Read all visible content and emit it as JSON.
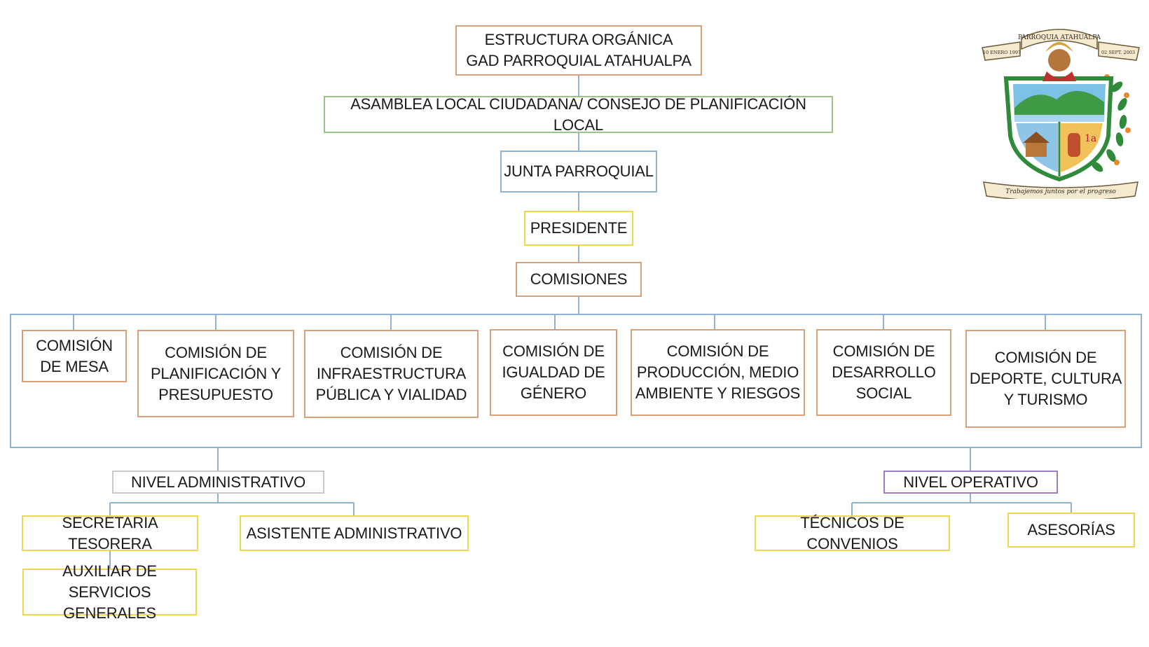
{
  "diagram": {
    "title": "ESTRUCTURA ORGÁNICA\nGAD PARROQUIAL ATAHUALPA",
    "asamblea": "ASAMBLEA LOCAL CIUDADANA/ CONSEJO DE PLANIFICACIÓN LOCAL",
    "junta": "JUNTA PARROQUIAL",
    "presidente": "PRESIDENTE",
    "comisiones": "COMISIONES",
    "comisiones_list": [
      "COMISIÓN\nDE MESA",
      "COMISIÓN DE\nPLANIFICACIÓN Y\nPRESUPUESTO",
      "COMISIÓN DE\nINFRAESTRUCTURA\nPÚBLICA Y VIALIDAD",
      "COMISIÓN DE\nIGUALDAD DE\nGÉNERO",
      "COMISIÓN DE\nPRODUCCIÓN, MEDIO\nAMBIENTE Y RIESGOS",
      "COMISIÓN DE\nDESARROLLO\nSOCIAL",
      "COMISIÓN DE\nDEPORTE, CULTURA\nY TURISMO"
    ],
    "nivel_administrativo": "NIVEL ADMINISTRATIVO",
    "secretaria": "SECRETARIA TESORERA",
    "asistente": "ASISTENTE ADMINISTRATIVO",
    "auxiliar": "AUXILIAR DE\nSERVICIOS GENERALES",
    "nivel_operativo": "NIVEL OPERATIVO",
    "tecnicos": "TÉCNICOS DE CONVENIOS",
    "asesorias": "ASESORÍAS"
  },
  "seal": {
    "top_ribbon": "PARROQUIA ATAHUALPA",
    "left_date": "10 ENERO 1997",
    "right_date": "02 SEPT. 2003",
    "motto": "Trabajemos juntos por el progreso",
    "badge": "1a"
  },
  "colors": {
    "orange": "#d8a07a",
    "green": "#9cc28a",
    "blue": "#8fb2d2",
    "yellow": "#f0d84e",
    "gray": "#c9c9c9",
    "purple": "#9b7fbf"
  }
}
